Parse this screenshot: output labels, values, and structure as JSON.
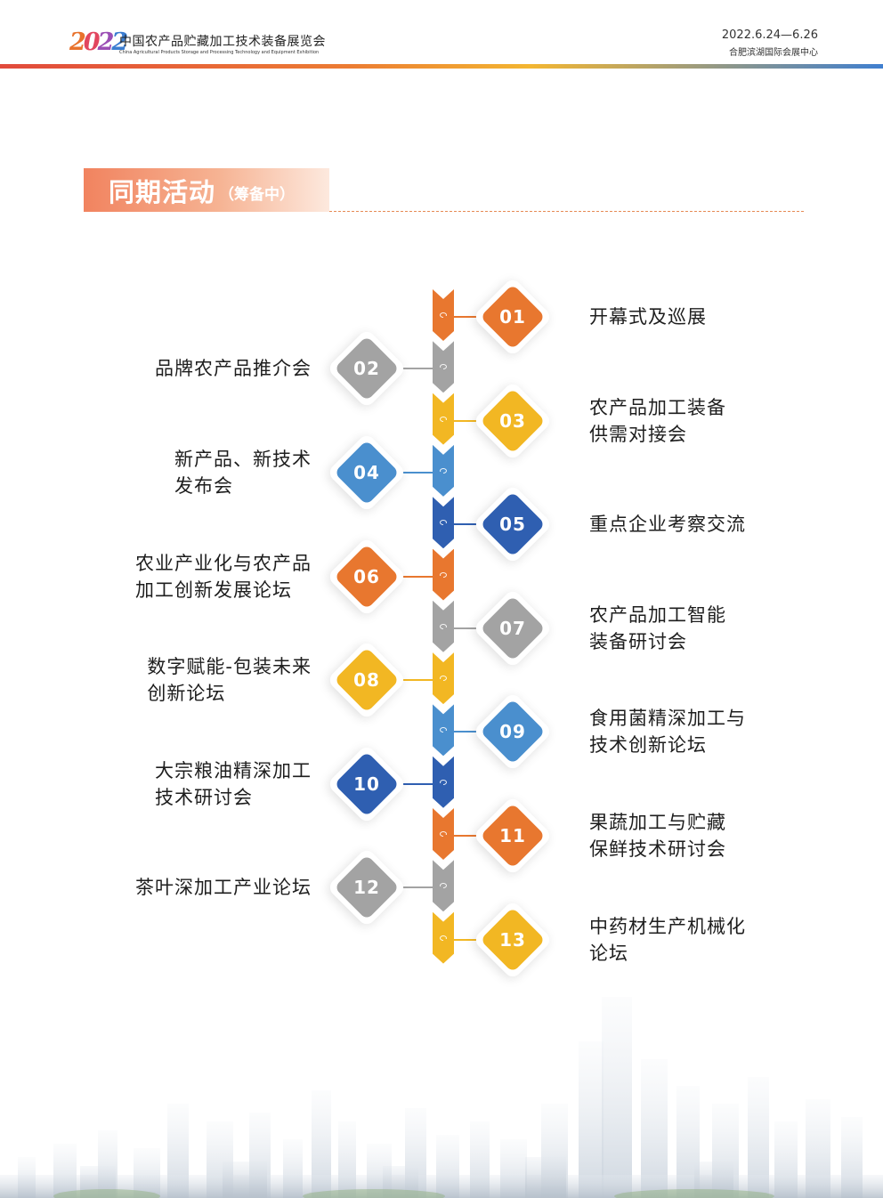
{
  "header": {
    "logo_year": "2022",
    "title_cn": "中国农产品贮藏加工技术装备展览会",
    "title_en": "China Agricultural Products Storage and Processing Technology and Equipment Exhibition",
    "date": "2022.6.24—6.26",
    "venue": "合肥滨湖国际会展中心"
  },
  "section": {
    "title": "同期活动",
    "subtitle": "（筹备中）"
  },
  "colors": {
    "orange": "#e8772f",
    "gray": "#a3a3a3",
    "yellow": "#f2b723",
    "light_blue": "#4a8fce",
    "dark_blue": "#2f5fb1"
  },
  "events": [
    {
      "num": "01",
      "label": "开幕式及巡展",
      "side": "right",
      "color": "#e8772f"
    },
    {
      "num": "02",
      "label": "品牌农产品推介会",
      "side": "left",
      "color": "#a3a3a3"
    },
    {
      "num": "03",
      "label": "农产品加工装备\n供需对接会",
      "side": "right",
      "color": "#f2b723"
    },
    {
      "num": "04",
      "label": "新产品、新技术\n发布会",
      "side": "left",
      "color": "#4a8fce"
    },
    {
      "num": "05",
      "label": "重点企业考察交流",
      "side": "right",
      "color": "#2f5fb1"
    },
    {
      "num": "06",
      "label": "农业产业化与农产品\n加工创新发展论坛",
      "side": "left",
      "color": "#e8772f"
    },
    {
      "num": "07",
      "label": "农产品加工智能\n装备研讨会",
      "side": "right",
      "color": "#a3a3a3"
    },
    {
      "num": "08",
      "label": "数字赋能-包装未来\n创新论坛",
      "side": "left",
      "color": "#f2b723"
    },
    {
      "num": "09",
      "label": "食用菌精深加工与\n技术创新论坛",
      "side": "right",
      "color": "#4a8fce"
    },
    {
      "num": "10",
      "label": "大宗粮油精深加工\n技术研讨会",
      "side": "left",
      "color": "#2f5fb1"
    },
    {
      "num": "11",
      "label": "果蔬加工与贮藏\n保鲜技术研讨会",
      "side": "right",
      "color": "#e8772f"
    },
    {
      "num": "12",
      "label": "茶叶深加工产业论坛",
      "side": "left",
      "color": "#a3a3a3"
    },
    {
      "num": "13",
      "label": "中药材生产机械化\n论坛",
      "side": "right",
      "color": "#f2b723"
    }
  ]
}
